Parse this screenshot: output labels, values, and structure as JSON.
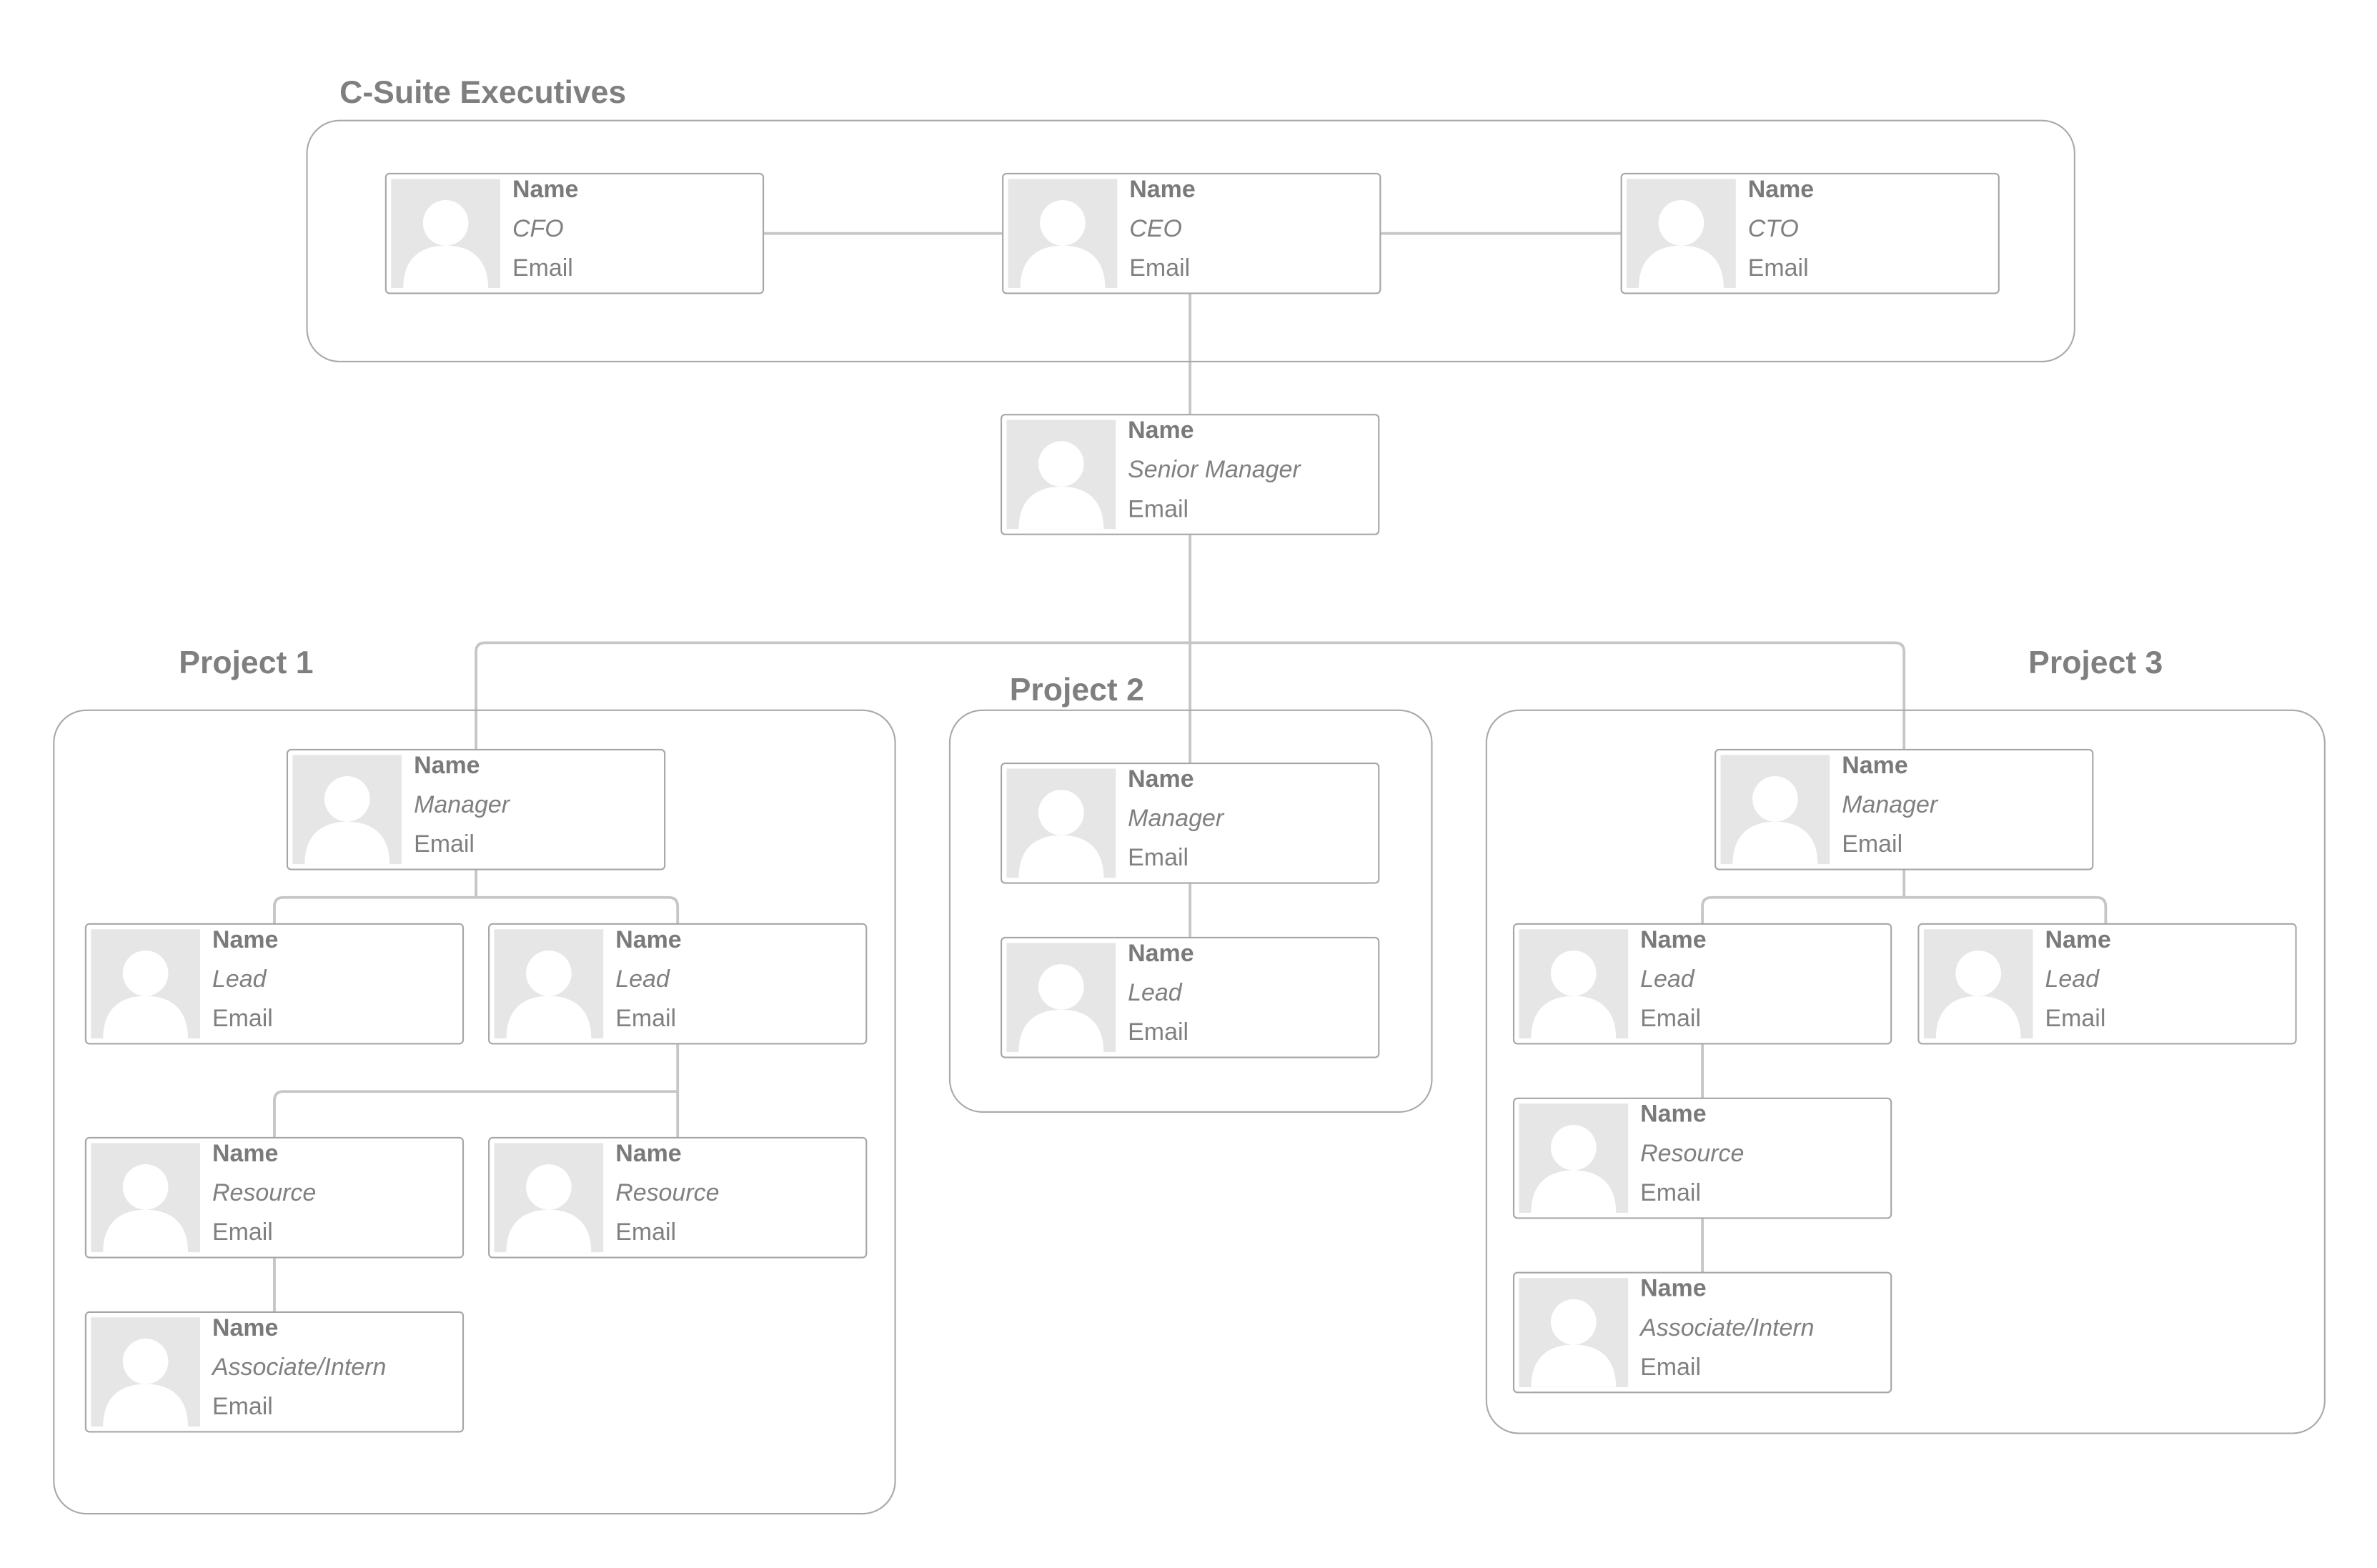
{
  "colors": {
    "line": "#c6c6c6",
    "border": "#a6a6a6",
    "photo_bg": "#e6e6e6",
    "text": "#7a7a7a"
  },
  "groups": {
    "csuite": {
      "title": "C-Suite Executives"
    },
    "project1": {
      "title": "Project 1"
    },
    "project2": {
      "title": "Project 2"
    },
    "project3": {
      "title": "Project 3"
    }
  },
  "cards": {
    "cfo": {
      "name": "Name",
      "role": "CFO",
      "email": "Email"
    },
    "ceo": {
      "name": "Name",
      "role": "CEO",
      "email": "Email"
    },
    "cto": {
      "name": "Name",
      "role": "CTO",
      "email": "Email"
    },
    "senior_manager": {
      "name": "Name",
      "role": "Senior Manager",
      "email": "Email"
    },
    "p1_manager": {
      "name": "Name",
      "role": "Manager",
      "email": "Email"
    },
    "p1_lead_a": {
      "name": "Name",
      "role": "Lead",
      "email": "Email"
    },
    "p1_lead_b": {
      "name": "Name",
      "role": "Lead",
      "email": "Email"
    },
    "p1_resource_a": {
      "name": "Name",
      "role": "Resource",
      "email": "Email"
    },
    "p1_resource_b": {
      "name": "Name",
      "role": "Resource",
      "email": "Email"
    },
    "p1_associate": {
      "name": "Name",
      "role": "Associate/Intern",
      "email": "Email"
    },
    "p2_manager": {
      "name": "Name",
      "role": "Manager",
      "email": "Email"
    },
    "p2_lead": {
      "name": "Name",
      "role": "Lead",
      "email": "Email"
    },
    "p3_manager": {
      "name": "Name",
      "role": "Manager",
      "email": "Email"
    },
    "p3_lead_a": {
      "name": "Name",
      "role": "Lead",
      "email": "Email"
    },
    "p3_lead_b": {
      "name": "Name",
      "role": "Lead",
      "email": "Email"
    },
    "p3_resource": {
      "name": "Name",
      "role": "Resource",
      "email": "Email"
    },
    "p3_associate": {
      "name": "Name",
      "role": "Associate/Intern",
      "email": "Email"
    }
  },
  "photo_icon": "person-silhouette-icon"
}
